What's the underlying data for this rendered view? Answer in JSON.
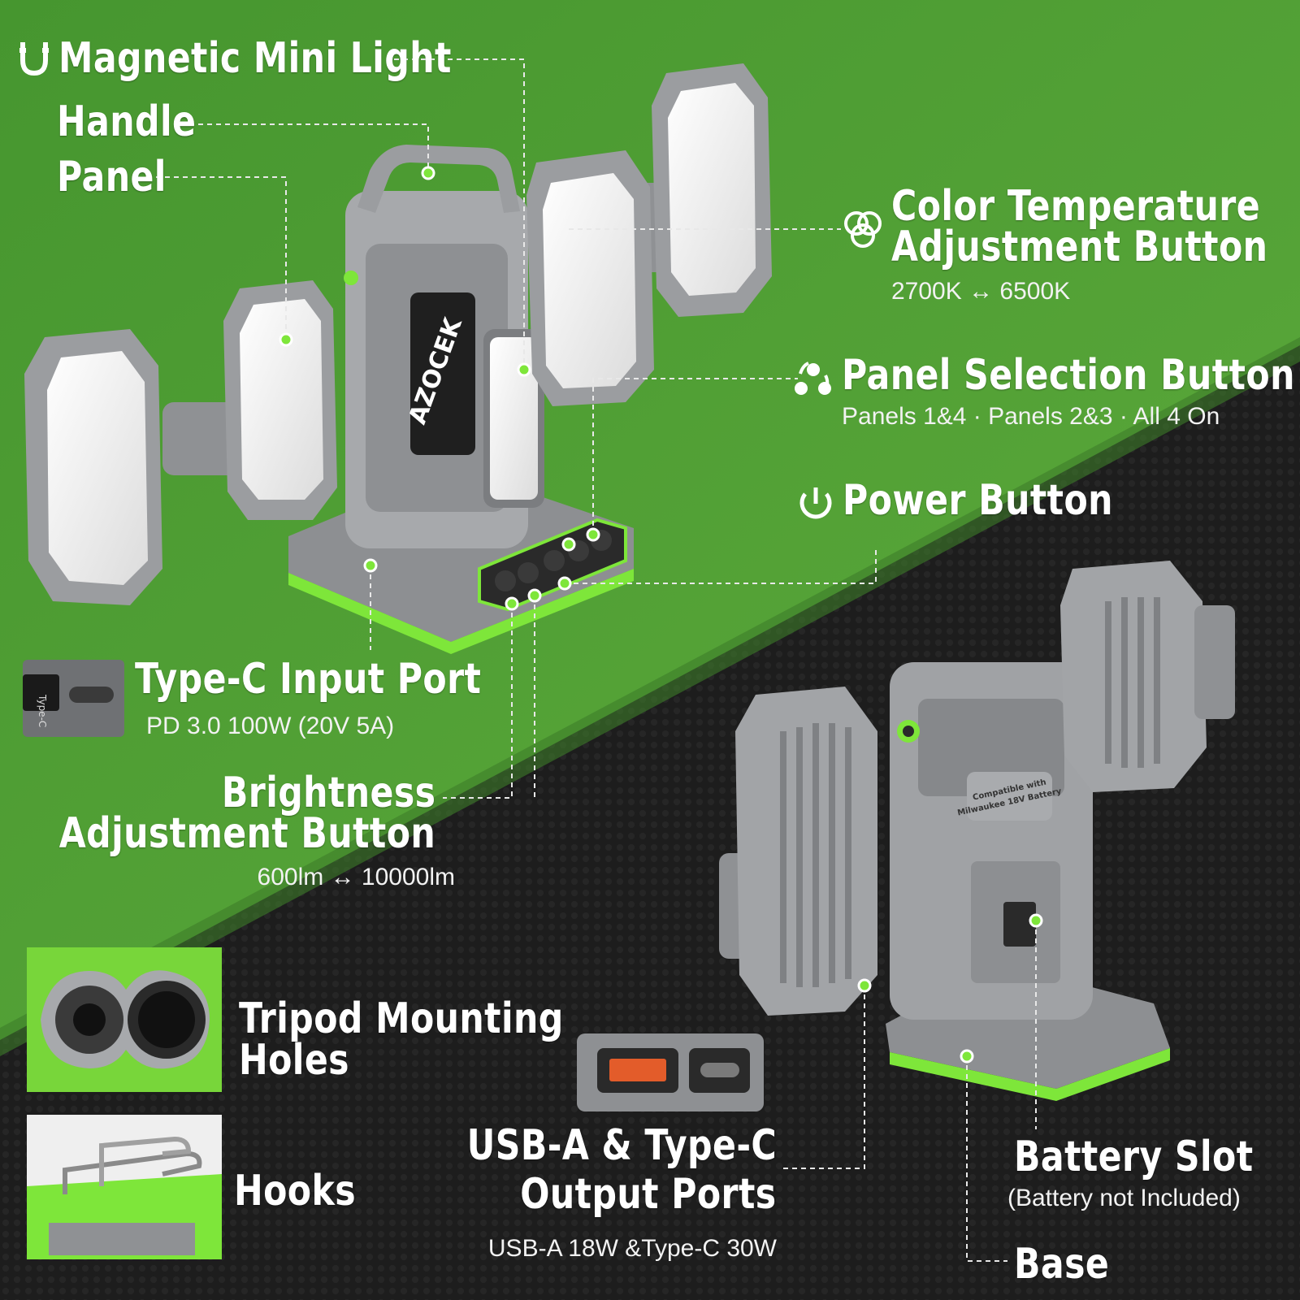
{
  "colors": {
    "accent": "#7ee63a",
    "green_bg": "#4e9a3b",
    "dark_bg": "#1c1c1c",
    "device_gray": "#9b9da0"
  },
  "labels": {
    "magnetic": "Magnetic Mini Light",
    "handle": "Handle",
    "panel": "Panel",
    "color_temp_line1": "Color Temperature",
    "color_temp_line2": "Adjustment Button",
    "color_temp_range": "2700K ↔ 6500K",
    "panel_sel": "Panel Selection Button",
    "panel_sel_sub": "Panels 1&4 · Panels 2&3 · All 4 On",
    "power": "Power Button",
    "typec": "Type-C Input Port",
    "typec_sub": "PD 3.0 100W (20V 5A)",
    "bright_line1": "Brightness",
    "bright_line2": "Adjustment Button",
    "bright_range": "600lm ↔ 10000lm",
    "tripod_line1": "Tripod Mounting",
    "tripod_line2": "Holes",
    "hooks": "Hooks",
    "usb_line1": "USB-A & Type-C",
    "usb_line2": "Output Ports",
    "usb_sub": "USB-A 18W &Type-C 30W",
    "battery": "Battery Slot",
    "battery_sub": "(Battery not Included)",
    "base": "Base"
  },
  "device_text": {
    "brand": "AZOCEK",
    "compat_line1": "Compatible with",
    "compat_line2": "Milwaukee 18V Battery",
    "port_tag": "Type-C"
  },
  "icons": [
    "magnet-icon",
    "color-temperature-icon",
    "panel-selection-icon",
    "power-icon"
  ]
}
